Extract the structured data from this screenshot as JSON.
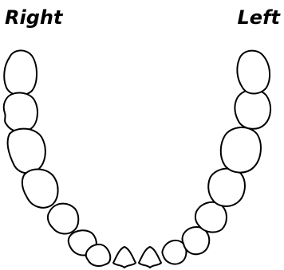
{
  "labels": {
    "right": "Right",
    "left": "Left"
  },
  "arch": {
    "type": "lower-dental-arch",
    "tooth_count": 16
  },
  "teeth": [
    {
      "id": "right-third-molar",
      "side": "right",
      "type": "molar"
    },
    {
      "id": "right-second-molar",
      "side": "right",
      "type": "molar"
    },
    {
      "id": "right-first-molar",
      "side": "right",
      "type": "molar"
    },
    {
      "id": "right-second-premolar",
      "side": "right",
      "type": "premolar"
    },
    {
      "id": "right-first-premolar",
      "side": "right",
      "type": "premolar"
    },
    {
      "id": "right-canine",
      "side": "right",
      "type": "canine"
    },
    {
      "id": "right-lateral-incisor",
      "side": "right",
      "type": "incisor"
    },
    {
      "id": "right-central-incisor",
      "side": "right",
      "type": "incisor"
    },
    {
      "id": "left-central-incisor",
      "side": "left",
      "type": "incisor"
    },
    {
      "id": "left-lateral-incisor",
      "side": "left",
      "type": "incisor"
    },
    {
      "id": "left-canine",
      "side": "left",
      "type": "canine"
    },
    {
      "id": "left-first-premolar",
      "side": "left",
      "type": "premolar"
    },
    {
      "id": "left-second-premolar",
      "side": "left",
      "type": "premolar"
    },
    {
      "id": "left-first-molar",
      "side": "left",
      "type": "molar"
    },
    {
      "id": "left-second-molar",
      "side": "left",
      "type": "molar"
    },
    {
      "id": "left-third-molar",
      "side": "left",
      "type": "molar"
    }
  ],
  "colors": {
    "stroke": "#000000",
    "fill": "#ffffff",
    "background": "#ffffff"
  }
}
